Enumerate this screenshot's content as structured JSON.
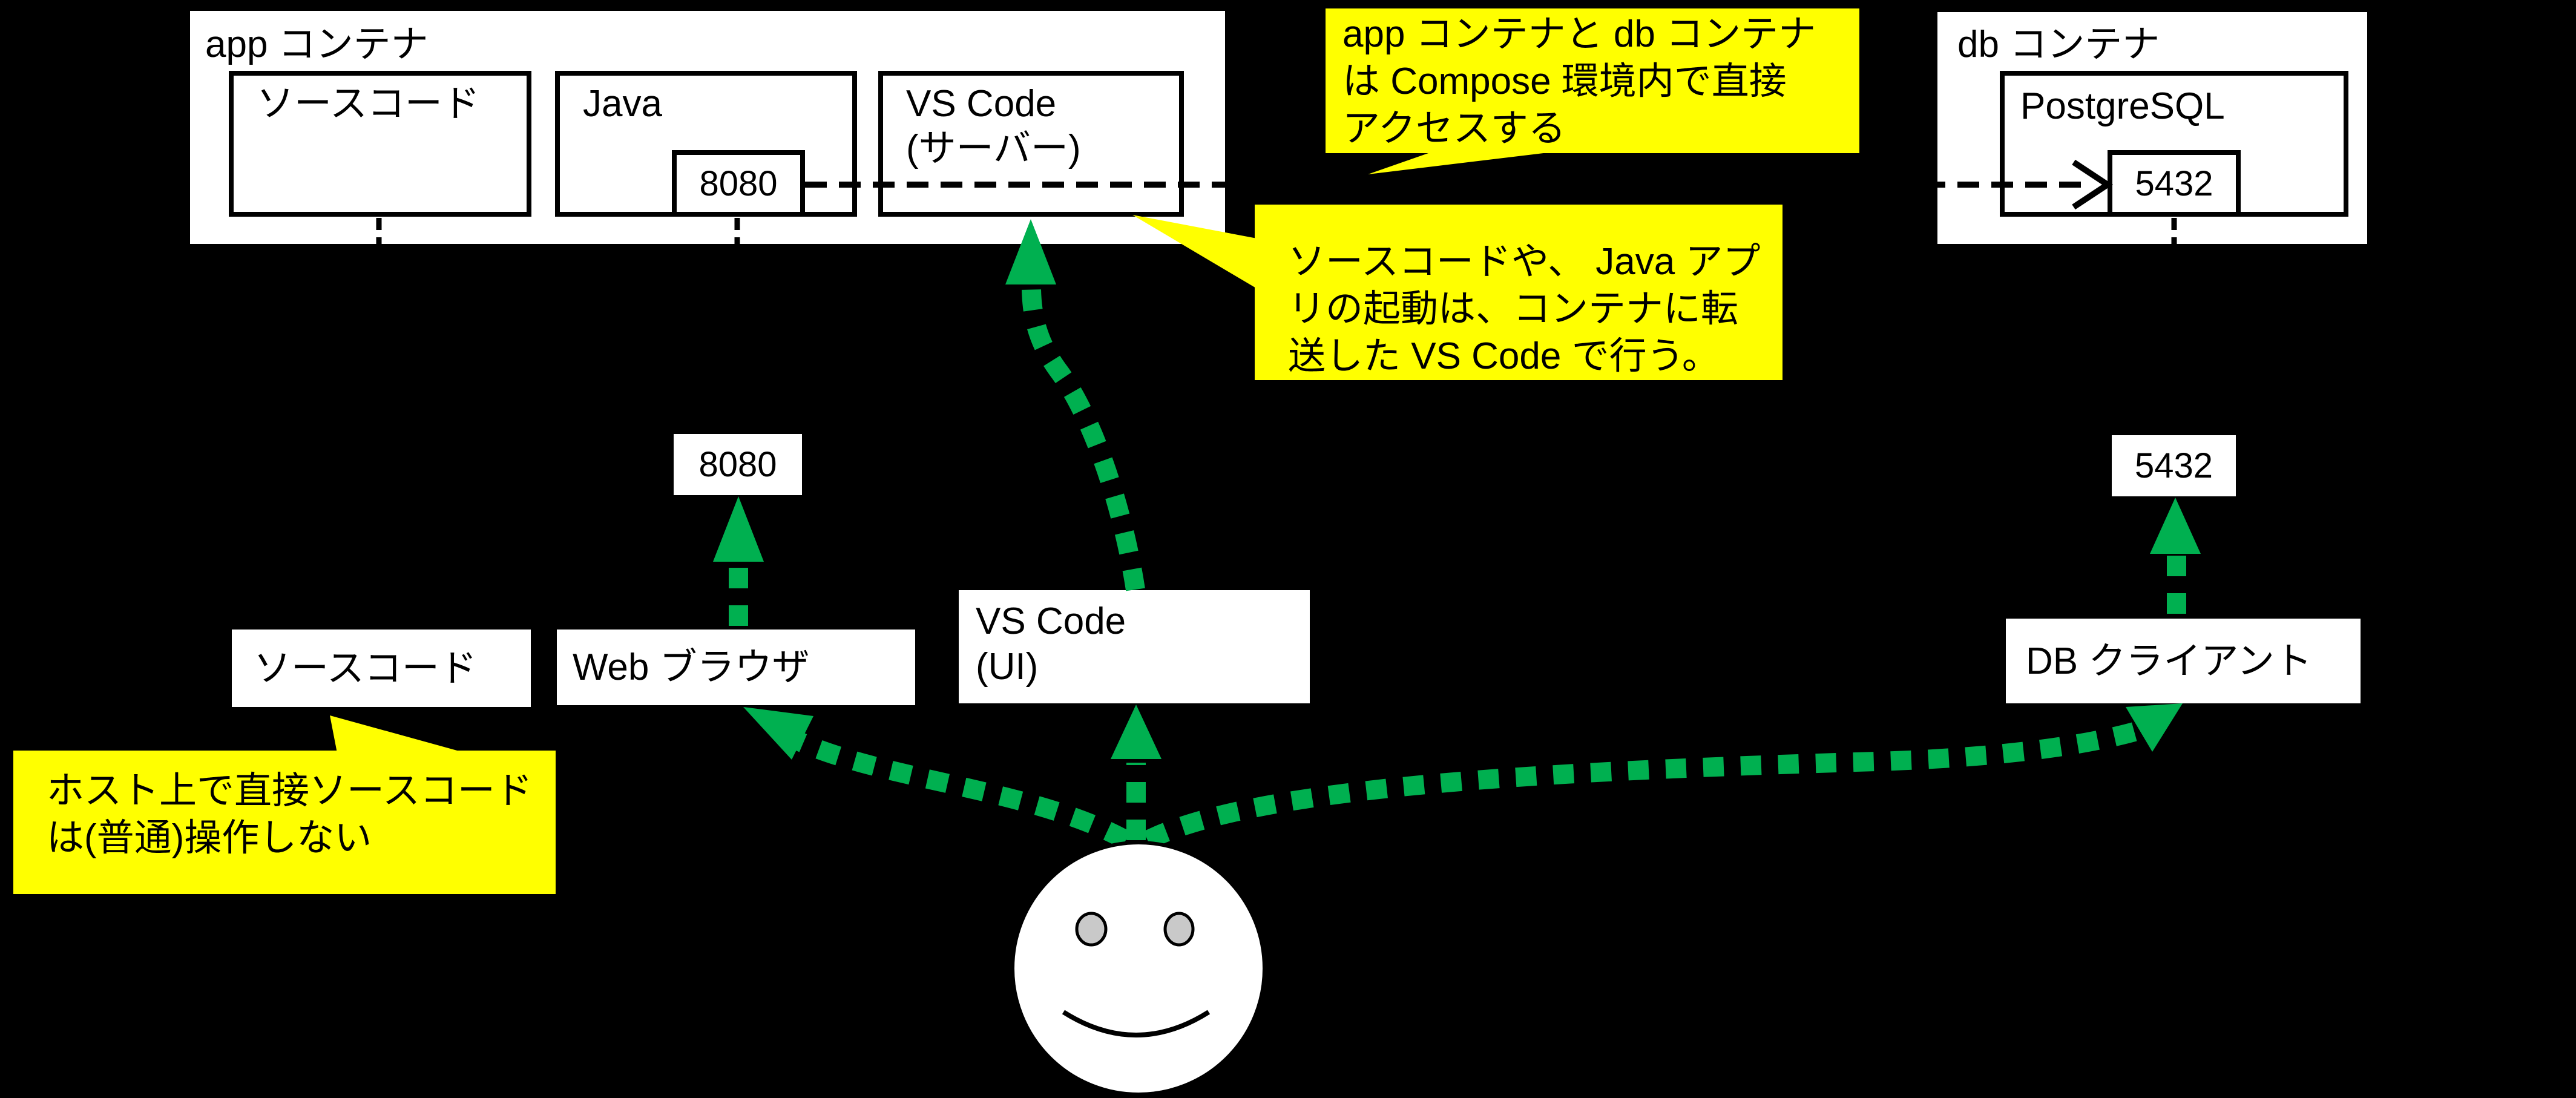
{
  "diagram": {
    "app_container": {
      "title": "app コンテナ",
      "source_label": "ソースコード",
      "java_label": "Java",
      "port_label": "8080",
      "vscode_line1": "VS Code",
      "vscode_line2": "(サーバー)"
    },
    "db_container": {
      "title": "db コンテナ",
      "postgres_label": "PostgreSQL",
      "port_label": "5432"
    },
    "host": {
      "port_web_label": "8080",
      "port_db_label": "5432",
      "source_label": "ソースコード",
      "browser_label": "Web ブラウザ",
      "vscode_line1": "VS Code",
      "vscode_line2": "(UI)",
      "db_client_label": "DB クライアント"
    },
    "notes": {
      "compose": {
        "lines": [
          "app コンテナと db コンテナ",
          "は Compose 環境内で直接",
          "アクセスする"
        ]
      },
      "vscode": {
        "lines": [
          "ソースコードや、 Java アプ",
          "リの起動は、コンテナに転",
          "送した VS Code で行う。"
        ]
      },
      "host_source": {
        "lines": [
          "ホスト上で直接ソースコード",
          "は(普通)操作しない"
        ]
      }
    },
    "colors": {
      "note_yellow": "#FFFF00",
      "arrow_green": "#00B050",
      "diagram_black": "#000000",
      "box_white": "#FFFFFF",
      "eye_gray": "#C9C9C9"
    }
  }
}
